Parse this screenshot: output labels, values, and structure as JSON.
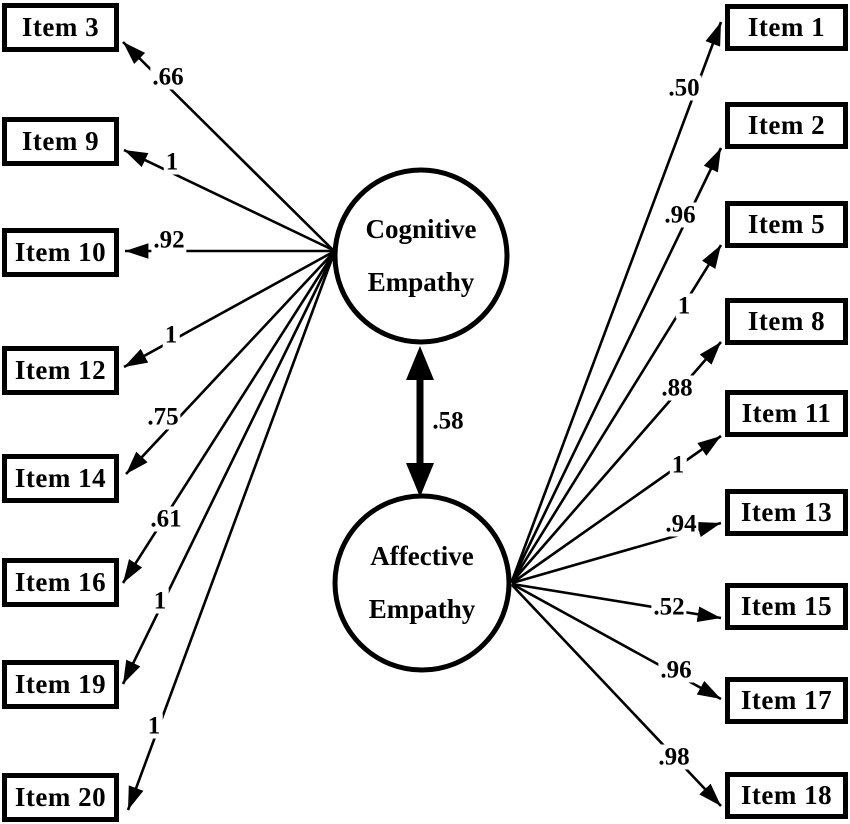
{
  "figure": {
    "factors": {
      "cognitive": {
        "line1": "Cognitive",
        "line2": "Empathy"
      },
      "affective": {
        "line1": "Affective",
        "line2": "Empathy"
      }
    },
    "covariance": ".58",
    "left_items": [
      {
        "label": "Item 3",
        "loading": ".66"
      },
      {
        "label": "Item 9",
        "loading": "1"
      },
      {
        "label": "Item 10",
        "loading": ".92"
      },
      {
        "label": "Item 12",
        "loading": "1"
      },
      {
        "label": "Item 14",
        "loading": ".75"
      },
      {
        "label": "Item 16",
        "loading": ".61"
      },
      {
        "label": "Item 19",
        "loading": "1"
      },
      {
        "label": "Item 20",
        "loading": "1"
      }
    ],
    "right_items": [
      {
        "label": "Item 1",
        "loading": ".50"
      },
      {
        "label": "Item 2",
        "loading": ".96"
      },
      {
        "label": "Item 5",
        "loading": "1"
      },
      {
        "label": "Item 8",
        "loading": ".88"
      },
      {
        "label": "Item 11",
        "loading": "1"
      },
      {
        "label": "Item 13",
        "loading": ".94"
      },
      {
        "label": "Item 15",
        "loading": ".52"
      },
      {
        "label": "Item 17",
        "loading": ".96"
      },
      {
        "label": "Item 18",
        "loading": ".98"
      }
    ],
    "colors": {
      "ink": "#000000",
      "background": "#ffffff"
    }
  }
}
